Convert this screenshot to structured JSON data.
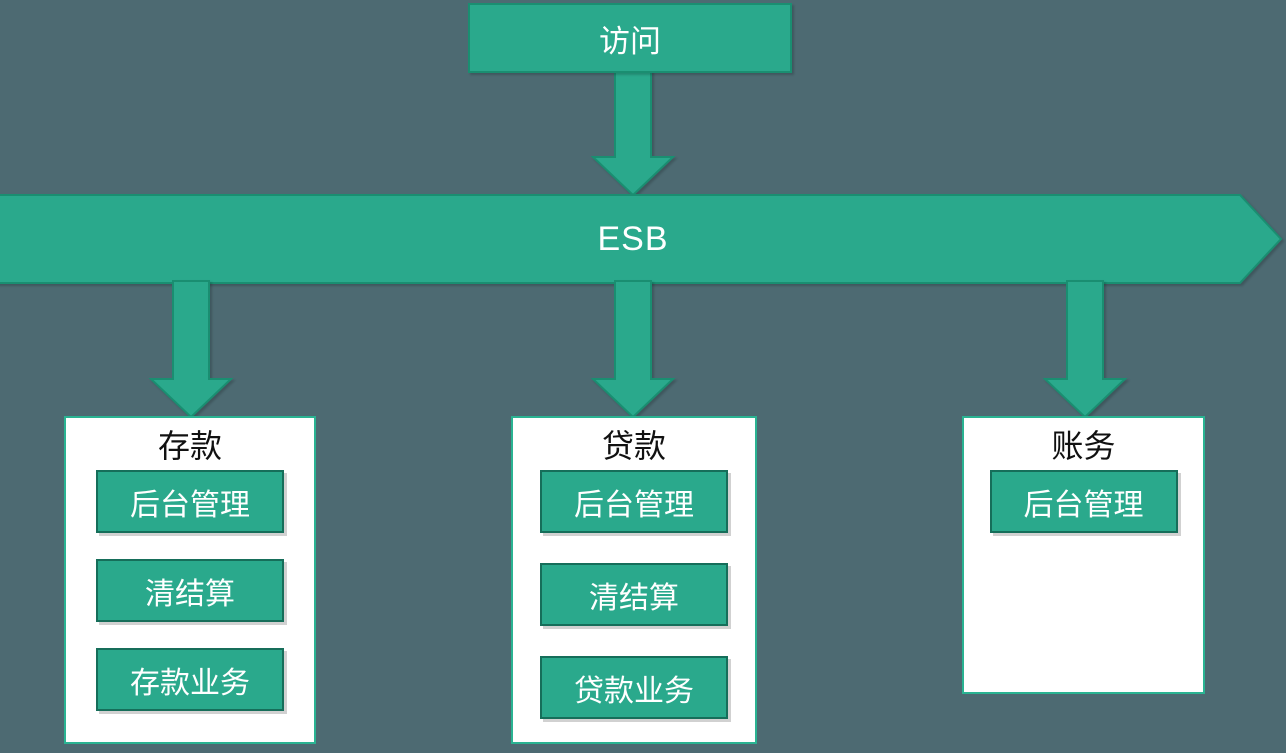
{
  "diagram": {
    "access_label": "访问",
    "esb_label": "ESB",
    "cards": [
      {
        "title": "存款",
        "items": [
          "后台管理",
          "清结算",
          "存款业务"
        ]
      },
      {
        "title": "贷款",
        "items": [
          "后台管理",
          "清结算",
          "贷款业务"
        ]
      },
      {
        "title": "账务",
        "items": [
          "后台管理"
        ]
      }
    ]
  },
  "colors": {
    "background": "#4d6a72",
    "node_fill": "#2aa98c",
    "node_border": "#1a8e71",
    "item_border": "#166e5a",
    "card_fill": "#ffffff",
    "card_border": "#2ab392",
    "node_text": "#ffffff",
    "card_title_text": "#111111"
  }
}
